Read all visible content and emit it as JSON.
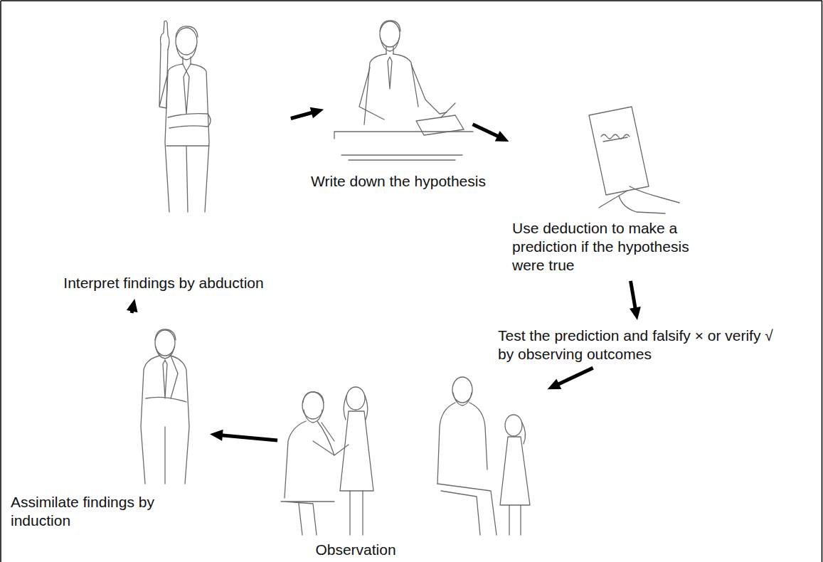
{
  "diagram": {
    "nodes": [
      {
        "text": [
          "Interpret findings by abduction"
        ]
      },
      {
        "text": [
          "Write down the hypothesis"
        ]
      },
      {
        "text": [
          "Use deduction to make a prediction if the hypothesis were true"
        ]
      },
      {
        "text": [
          "Test the prediction and falsify × or verify √ by observing outcomes"
        ]
      },
      {
        "text": [
          "Observation"
        ]
      },
      {
        "text": [
          "Assimilate findings by induction"
        ]
      }
    ],
    "edges": [
      {
        "from": 0,
        "to": 1,
        "arrow": "to"
      },
      {
        "from": 1,
        "to": 2,
        "arrow": "to"
      },
      {
        "from": 2,
        "to": 3,
        "arrow": "to"
      },
      {
        "from": 3,
        "to": 4,
        "arrow": "to"
      },
      {
        "from": 4,
        "to": 5,
        "arrow": "to"
      },
      {
        "from": 5,
        "to": 0,
        "arrow": "to"
      }
    ]
  }
}
